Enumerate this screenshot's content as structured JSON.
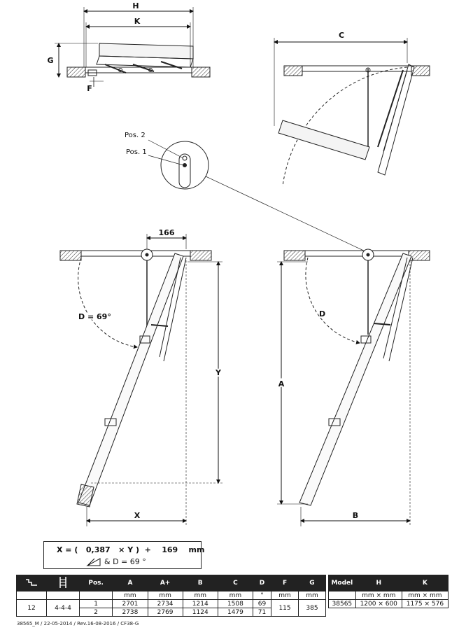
{
  "labels": {
    "H": "H",
    "K": "K",
    "G": "G",
    "F": "F",
    "C": "C",
    "pos2": "Pos. 2",
    "pos1": "Pos. 1",
    "dim166": "166",
    "D69": "D = 69°",
    "Y": "Y",
    "X": "X",
    "D": "D",
    "A": "A",
    "B": "B"
  },
  "formula": {
    "line1": "X = (   0,387   × Y )  +    169    mm",
    "line2": "& D = 69 °"
  },
  "spec_table": {
    "headers": [
      "",
      "",
      "Pos.",
      "A",
      "A+",
      "B",
      "C",
      "D",
      "F",
      "G"
    ],
    "units": [
      "",
      "",
      "",
      "mm",
      "mm",
      "mm",
      "mm",
      "°",
      "mm",
      "mm"
    ],
    "steps": "12",
    "pattern": "4-4-4",
    "rows": [
      {
        "pos": "1",
        "A": "2701",
        "Aplus": "2734",
        "B": "1214",
        "C": "1508",
        "D": "69"
      },
      {
        "pos": "2",
        "A": "2738",
        "Aplus": "2769",
        "B": "1124",
        "C": "1479",
        "D": "71"
      }
    ],
    "F": "115",
    "G": "385"
  },
  "model_table": {
    "headers": [
      "Model",
      "H",
      "K"
    ],
    "units": [
      "",
      "mm × mm",
      "mm × mm"
    ],
    "row": {
      "model": "38565",
      "H": "1200 × 600",
      "K": "1175 × 576"
    }
  },
  "footer": "38565_M / 22-05-2014 / Rev.16-08-2016 / CF38-G"
}
